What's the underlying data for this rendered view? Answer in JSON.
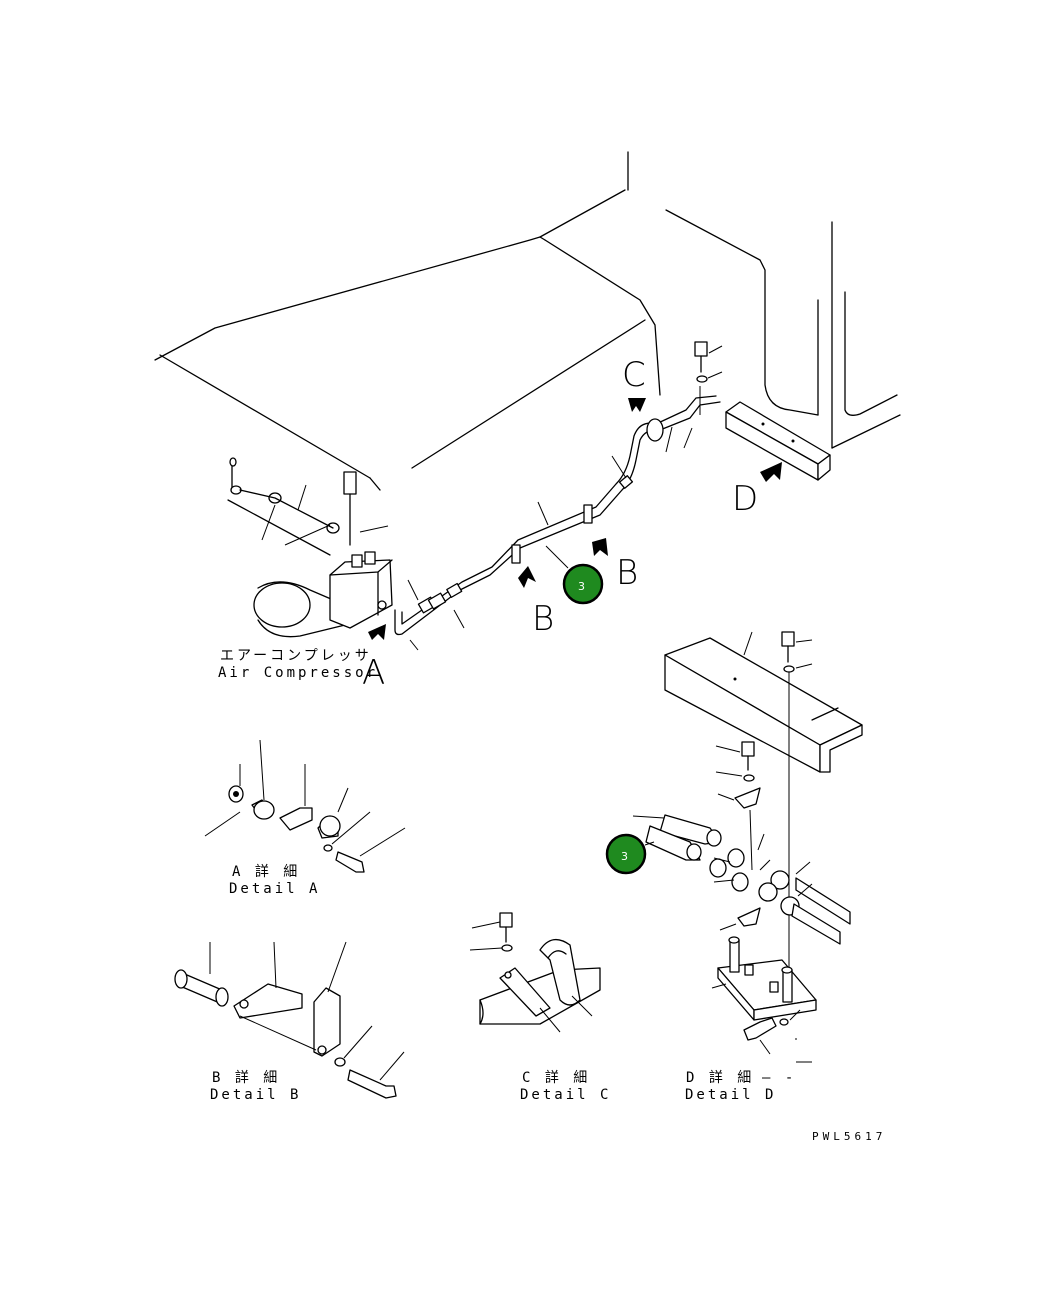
{
  "labels": {
    "air_compressor_jp": "エアーコンプレッサ",
    "air_compressor_en": "Air Compressor",
    "detail_a_jp": "A 詳 細",
    "detail_a_en": "Detail A",
    "detail_b_jp": "B 詳 細",
    "detail_b_en": "Detail B",
    "detail_c_jp": "C 詳 細",
    "detail_c_en": "Detail C",
    "detail_d_jp": "D 詳 細",
    "detail_d_en": "Detail D",
    "detail_d_extra": "– -",
    "drawing_code": "PWL5617"
  },
  "callouts": {
    "a": "A",
    "b1": "B",
    "b2": "B",
    "c": "C",
    "d": "D"
  },
  "badges": [
    {
      "text": "3"
    },
    {
      "text": "3"
    }
  ],
  "colors": {
    "badge_fill": "#1f8a1f",
    "line": "#000000",
    "background": "#ffffff"
  }
}
